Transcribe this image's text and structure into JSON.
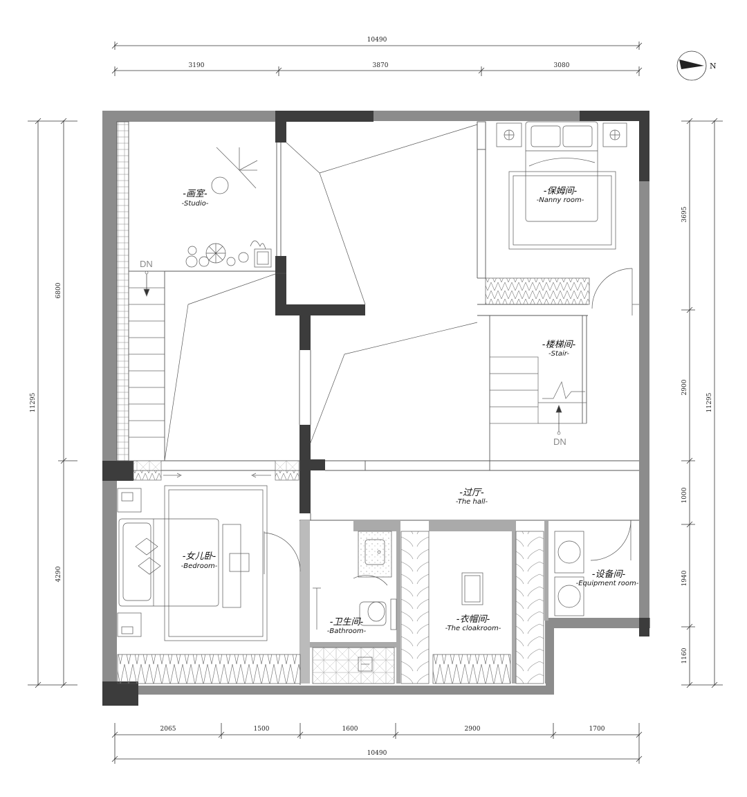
{
  "compass": {
    "label": "N"
  },
  "dims_top": {
    "overall": "10490",
    "segments": [
      "3190",
      "3870",
      "3080"
    ]
  },
  "dims_bottom": {
    "overall": "10490",
    "segments": [
      "2065",
      "1500",
      "1600",
      "2900",
      "1700"
    ]
  },
  "dims_left": {
    "overall": "11295",
    "segments": [
      "6800",
      "4290"
    ]
  },
  "dims_right": {
    "overall": "11295",
    "segments": [
      "3695",
      "2900",
      "1000",
      "1940",
      "1160"
    ]
  },
  "rooms": {
    "studio": {
      "cn": "-画室-",
      "en": "-Studio-"
    },
    "nanny": {
      "cn": "-保姆间-",
      "en": "-Nanny room-"
    },
    "stair": {
      "cn": "-楼梯间-",
      "en": "-Stair-"
    },
    "hall": {
      "cn": "-过厅-",
      "en": "-The hall-"
    },
    "bedroom": {
      "cn": "-女儿卧-",
      "en": "-Bedroom-"
    },
    "bathroom": {
      "cn": "-卫生间-",
      "en": "-Bathroom-"
    },
    "cloakroom": {
      "cn": "-衣帽间-",
      "en": "-The cloakroom-"
    },
    "equipment": {
      "cn": "-设备间-",
      "en": "-Equipment room-"
    }
  },
  "stair_markers": {
    "studio": "DN",
    "stair": "DN"
  },
  "colors": {
    "wall_grey": "#8c8c8c",
    "wall_dark": "#3c3c3c",
    "line": "#555555"
  }
}
